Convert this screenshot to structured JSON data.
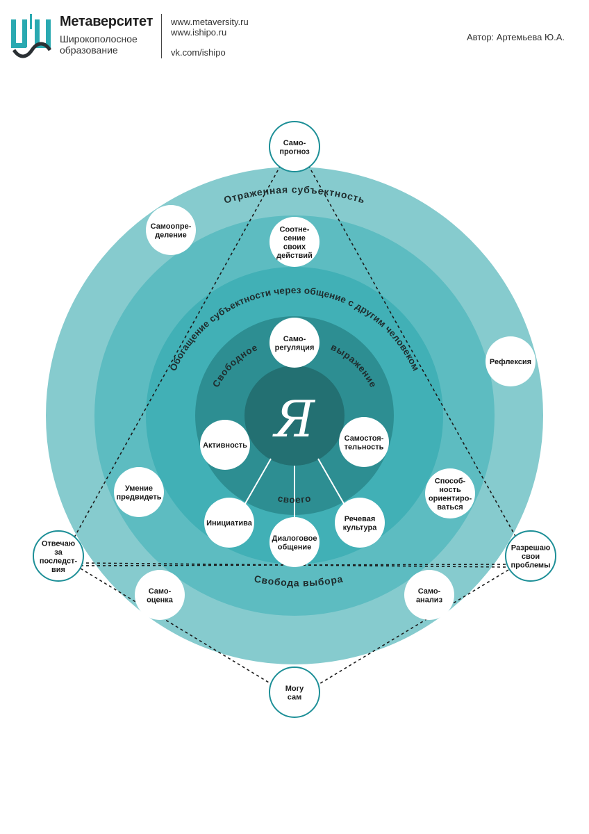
{
  "header": {
    "brand_title": "Метаверситет",
    "brand_sub_line1": "Широкополосное",
    "brand_sub_line2": "образование",
    "link1": "www.metaversity.ru",
    "link2": "www.ishipo.ru",
    "link3": "vk.com/ishipo",
    "author": "Автор: Артемьева Ю.А."
  },
  "colors": {
    "ring_outer": "#86cbce",
    "ring_2": "#5dbcc1",
    "ring_3": "#41b0b6",
    "ring_4": "#2d8e92",
    "center": "#237072",
    "node_stroke": "#1d8f97",
    "dashes": "#1b1b1b"
  },
  "diagram": {
    "center_glyph": "Я",
    "ring_labels": {
      "outer": "Отраженная субъектность",
      "middle": "Обогащение субъектности через общение с другим человеком",
      "inner_left": "Свободное",
      "inner_right": "выражение",
      "inner_bottom": "своего",
      "freedom": "Свобода выбора"
    },
    "nodes": {
      "samoprognoz": [
        "Само-",
        "прогноз"
      ],
      "samoopredelenie": [
        "Самоопре-",
        "деление"
      ],
      "sootnesenie": [
        "Соотне-",
        "сение",
        "своих",
        "действий"
      ],
      "refleksiya": [
        "Рефлексия"
      ],
      "samoregulyaciya": [
        "Само-",
        "регуляция"
      ],
      "aktivnost": [
        "Активность"
      ],
      "samostoyatelnost": [
        "Самостоя-",
        "тельность"
      ],
      "umenie": [
        "Умение",
        "предвидеть"
      ],
      "sposobnost": [
        "Способ-",
        "ность",
        "ориентиро-",
        "ваться"
      ],
      "iniciativa": [
        "Инициатива"
      ],
      "dialogovoe": [
        "Диалоговое",
        "общение"
      ],
      "rechevaya": [
        "Речевая",
        "культура"
      ],
      "otvechayu": [
        "Отвечаю",
        "за",
        "последст-",
        "вия"
      ],
      "razreshayu": [
        "Разрешаю",
        "свои",
        "проблемы"
      ],
      "samoocenka": [
        "Само-",
        "оценка"
      ],
      "samoanaliz": [
        "Само-",
        "анализ"
      ],
      "mogu_sam": [
        "Могу",
        "сам"
      ]
    }
  }
}
